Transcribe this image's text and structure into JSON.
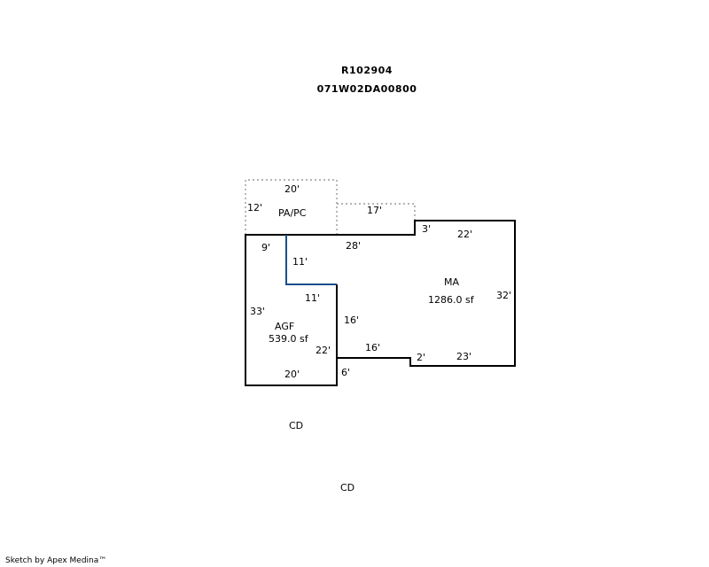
{
  "header": {
    "id_line1": "R102904",
    "id_line2": "071W02DA00800"
  },
  "areas": {
    "pa_pc": {
      "label": "PA/PC"
    },
    "agf": {
      "label": "AGF",
      "area": "539.0 sf"
    },
    "ma": {
      "label": "MA",
      "area": "1286.0 sf"
    }
  },
  "dimensions": {
    "pa_top": "20'",
    "pa_left": "12'",
    "pa_right_top": "17'",
    "ma_notch_left": "3'",
    "ma_top": "22'",
    "ma_right": "32'",
    "ma_bottom": "23'",
    "ma_notch_bottom": "2'",
    "ma_lower_left": "16'",
    "shared_top": "28'",
    "agf_top_left": "9'",
    "inner_vertical": "11'",
    "inner_horizontal": "11'",
    "agf_left": "33'",
    "agf_right_mid": "16'",
    "agf_right_lower": "22'",
    "agf_bottom": "20'",
    "agf_step": "6'"
  },
  "labels": {
    "cd_1": "CD",
    "cd_2": "CD"
  },
  "footer": {
    "credit": "Sketch by Apex Medina™"
  },
  "colors": {
    "outline": "#000000",
    "dotted": "#888888",
    "interior_line": "#1a4f8a"
  }
}
